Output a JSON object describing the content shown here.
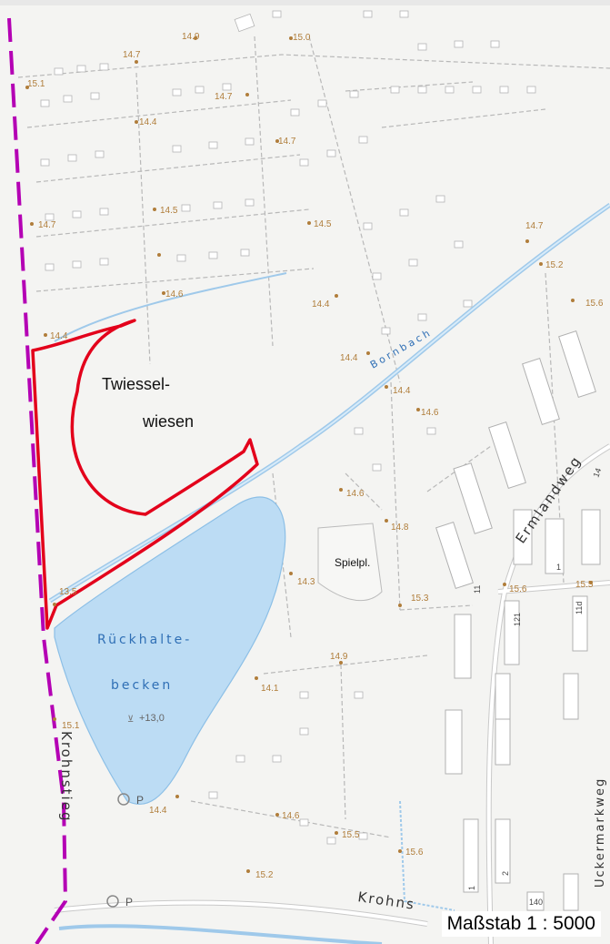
{
  "labels": {
    "area_name_line1": "Twiessel-",
    "area_name_line2": "wiesen",
    "pond_line1": "Rückhalte-",
    "pond_line2": "becken",
    "pond_level": "+13,0",
    "stream": "Bornbach",
    "playground": "Spielpl.",
    "parking_1": "P",
    "parking_2": "P"
  },
  "streets": {
    "ermlandweg": "Ermlandweg",
    "krohnstieg_vertical": "Krohnstieg",
    "krohnstieg_bottom": "Krohns",
    "uckermarkweg": "Uckermarkweg"
  },
  "house_numbers": [
    "14",
    "11",
    "11d",
    "121",
    "2",
    "1",
    "140",
    "1"
  ],
  "elevations": [
    {
      "label": "14.9"
    },
    {
      "label": "15.0"
    },
    {
      "label": "14.7"
    },
    {
      "label": "15.1"
    },
    {
      "label": "14.7"
    },
    {
      "label": "14.4"
    },
    {
      "label": "14.7"
    },
    {
      "label": "14.5"
    },
    {
      "label": "14.7"
    },
    {
      "label": "14.5"
    },
    {
      "label": "14.7"
    },
    {
      "label": "15.2"
    },
    {
      "label": "14.6"
    },
    {
      "label": "14.4"
    },
    {
      "label": "15.6"
    },
    {
      "label": "14.4"
    },
    {
      "label": "14.4"
    },
    {
      "label": "14.4"
    },
    {
      "label": "14.6"
    },
    {
      "label": "14.6"
    },
    {
      "label": "14.8"
    },
    {
      "label": "13.5"
    },
    {
      "label": "14.3"
    },
    {
      "label": "15.3"
    },
    {
      "label": "15.6"
    },
    {
      "label": "15.5"
    },
    {
      "label": "14.9"
    },
    {
      "label": "14.1"
    },
    {
      "label": "15.1"
    },
    {
      "label": "14.4"
    },
    {
      "label": "14.6"
    },
    {
      "label": "15.5"
    },
    {
      "label": "15.6"
    },
    {
      "label": "15.2"
    }
  ],
  "scale": "Maßstab 1 : 5000",
  "colors": {
    "boundary": "#e3001b",
    "district_border": "#b400b4",
    "water": "#bcdcf4",
    "stream": "#9fc9ea",
    "elevation_text": "#b07d3a",
    "building": "#d6d6d6"
  }
}
